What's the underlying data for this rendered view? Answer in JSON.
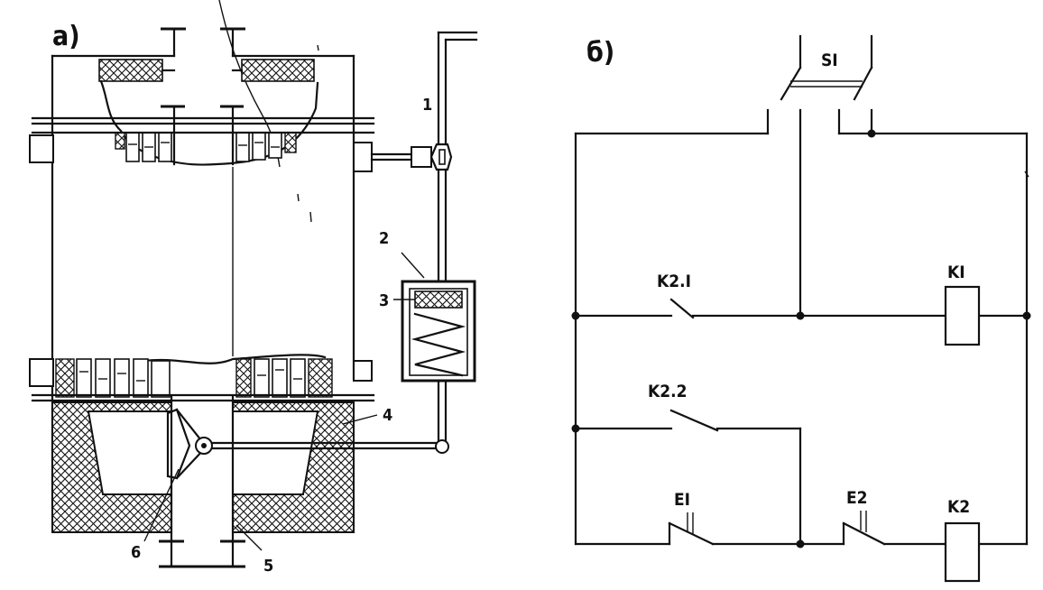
{
  "part_a": {
    "label": "а)",
    "callouts": {
      "c1": "1",
      "c2": "2",
      "c3": "3",
      "c4": "4",
      "c5": "5",
      "c6": "6"
    }
  },
  "part_b": {
    "label": "б)",
    "switch_s1": "SI",
    "contact_k2_1": "K2.I",
    "contact_k2_2": "K2.2",
    "relay_k1": "KI",
    "relay_k2": "K2",
    "contact_e1": "EI",
    "contact_e2": "E2"
  }
}
